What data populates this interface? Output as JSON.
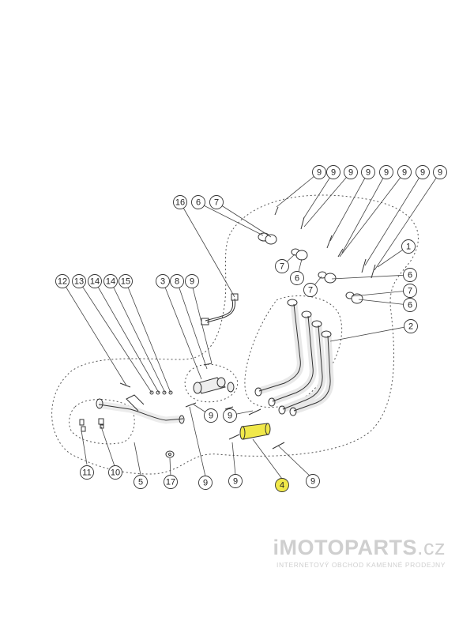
{
  "diagram": {
    "callouts": [
      {
        "id": "c-9a",
        "label": "9"
      },
      {
        "id": "c-9b",
        "label": "9"
      },
      {
        "id": "c-9c",
        "label": "9"
      },
      {
        "id": "c-9d",
        "label": "9"
      },
      {
        "id": "c-9e",
        "label": "9"
      },
      {
        "id": "c-9f",
        "label": "9"
      },
      {
        "id": "c-9g",
        "label": "9"
      },
      {
        "id": "c-9h",
        "label": "9"
      },
      {
        "id": "c-1",
        "label": "1"
      },
      {
        "id": "c-16",
        "label": "16"
      },
      {
        "id": "c-6a",
        "label": "6"
      },
      {
        "id": "c-7a",
        "label": "7"
      },
      {
        "id": "c-7b",
        "label": "7"
      },
      {
        "id": "c-6b",
        "label": "6"
      },
      {
        "id": "c-7c",
        "label": "7"
      },
      {
        "id": "c-6c",
        "label": "6"
      },
      {
        "id": "c-7d",
        "label": "7"
      },
      {
        "id": "c-6d",
        "label": "6"
      },
      {
        "id": "c-2",
        "label": "2"
      },
      {
        "id": "c-12",
        "label": "12"
      },
      {
        "id": "c-13",
        "label": "13"
      },
      {
        "id": "c-14a",
        "label": "14"
      },
      {
        "id": "c-14b",
        "label": "14"
      },
      {
        "id": "c-15",
        "label": "15"
      },
      {
        "id": "c-3",
        "label": "3"
      },
      {
        "id": "c-8",
        "label": "8"
      },
      {
        "id": "c-9i",
        "label": "9"
      },
      {
        "id": "c-9j",
        "label": "9"
      },
      {
        "id": "c-9k",
        "label": "9"
      },
      {
        "id": "c-11",
        "label": "11"
      },
      {
        "id": "c-10",
        "label": "10"
      },
      {
        "id": "c-5",
        "label": "5"
      },
      {
        "id": "c-17",
        "label": "17"
      },
      {
        "id": "c-9l",
        "label": "9"
      },
      {
        "id": "c-9m",
        "label": "9"
      },
      {
        "id": "c-4",
        "label": "4"
      },
      {
        "id": "c-9n",
        "label": "9"
      }
    ]
  },
  "watermark": {
    "brand_a": "iMOTO",
    "brand_b": "PARTS",
    "brand_c": ".cz",
    "tagline": "INTERNETOVÝ OBCHOD KAMENNÉ PRODEJNY"
  },
  "colors": {
    "line": "#333333",
    "highlight": "#f0e84a",
    "watermark": "#cfcfcf"
  }
}
